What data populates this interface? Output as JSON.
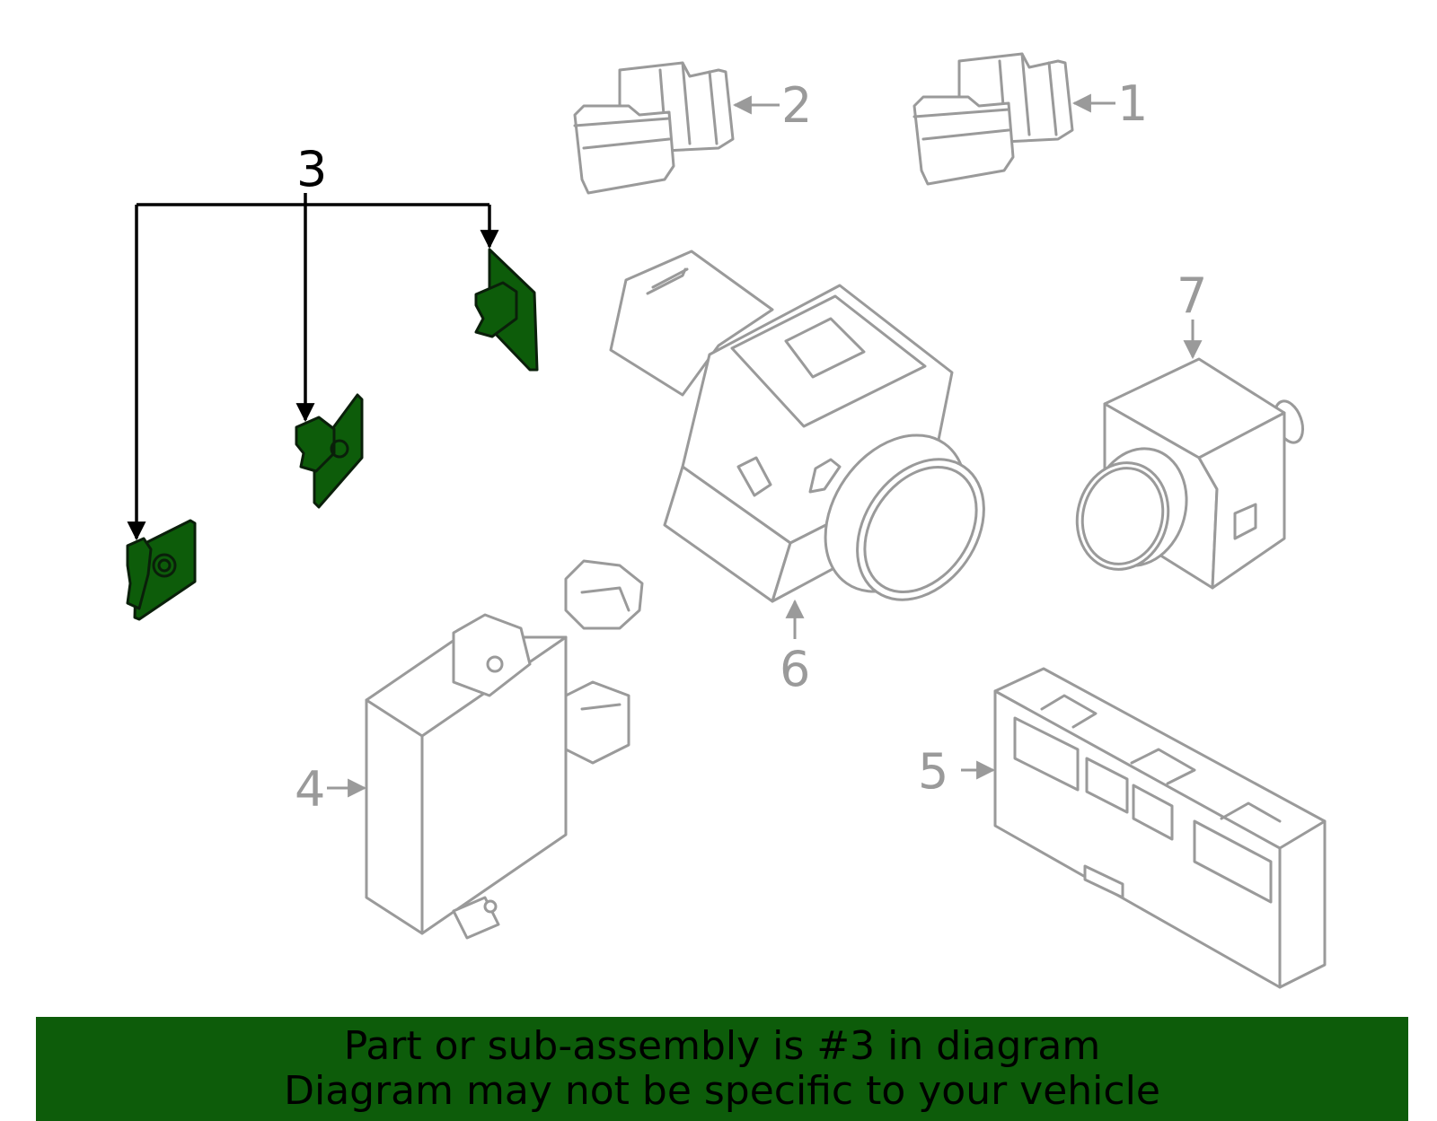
{
  "callouts": {
    "c1": "1",
    "c2": "2",
    "c3": "3",
    "c4": "4",
    "c5": "5",
    "c6": "6",
    "c7": "7"
  },
  "highlight_color": "#0d5c0a",
  "banner": {
    "line1": "Part or sub-assembly is #3 in diagram",
    "line2": "Diagram may not be specific to your vehicle",
    "background": "#0d5c0a"
  }
}
